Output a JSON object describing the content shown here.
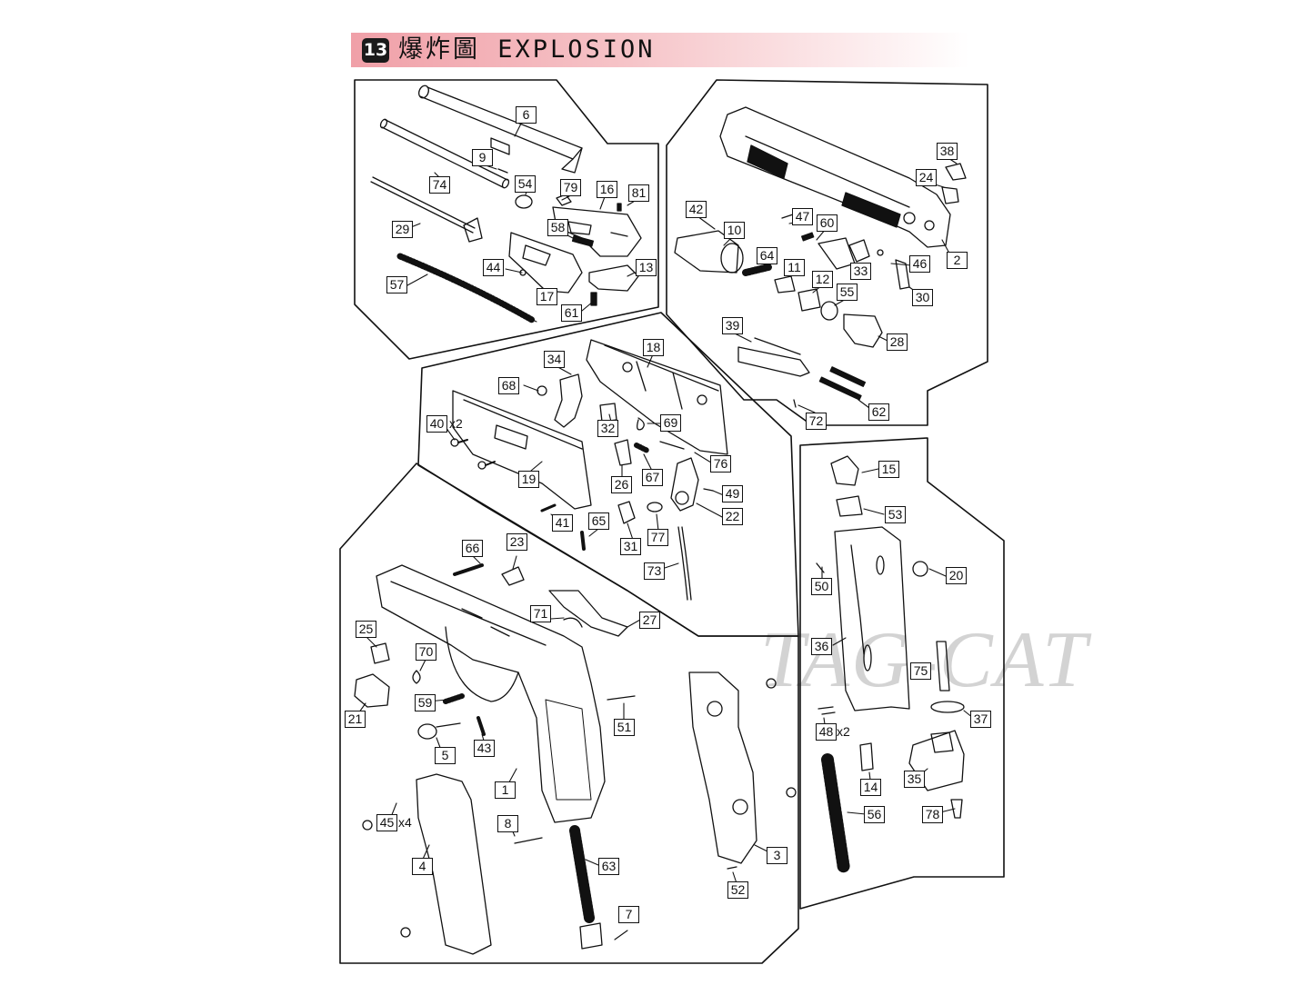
{
  "header": {
    "section_number": "13",
    "title": "爆炸圖 EXPLOSION"
  },
  "watermark": "TAG-CAT",
  "colors": {
    "header_gradient_start": "#f0a0a8",
    "line": "#111111",
    "watermark": "#c9c9c9"
  },
  "parts": [
    {
      "id": "6",
      "label": "6"
    },
    {
      "id": "9",
      "label": "9"
    },
    {
      "id": "74",
      "label": "74"
    },
    {
      "id": "54",
      "label": "54"
    },
    {
      "id": "79",
      "label": "79"
    },
    {
      "id": "16",
      "label": "16"
    },
    {
      "id": "81",
      "label": "81"
    },
    {
      "id": "29",
      "label": "29"
    },
    {
      "id": "58",
      "label": "58"
    },
    {
      "id": "44",
      "label": "44"
    },
    {
      "id": "13",
      "label": "13"
    },
    {
      "id": "57",
      "label": "57"
    },
    {
      "id": "17",
      "label": "17"
    },
    {
      "id": "61",
      "label": "61"
    },
    {
      "id": "38",
      "label": "38"
    },
    {
      "id": "24",
      "label": "24"
    },
    {
      "id": "42",
      "label": "42"
    },
    {
      "id": "10",
      "label": "10"
    },
    {
      "id": "47",
      "label": "47"
    },
    {
      "id": "60",
      "label": "60"
    },
    {
      "id": "64",
      "label": "64"
    },
    {
      "id": "11",
      "label": "11"
    },
    {
      "id": "33",
      "label": "33"
    },
    {
      "id": "46",
      "label": "46"
    },
    {
      "id": "2",
      "label": "2"
    },
    {
      "id": "12",
      "label": "12"
    },
    {
      "id": "30",
      "label": "30"
    },
    {
      "id": "55",
      "label": "55"
    },
    {
      "id": "39",
      "label": "39"
    },
    {
      "id": "28",
      "label": "28"
    },
    {
      "id": "72",
      "label": "72"
    },
    {
      "id": "62",
      "label": "62"
    },
    {
      "id": "34",
      "label": "34"
    },
    {
      "id": "18",
      "label": "18"
    },
    {
      "id": "68",
      "label": "68"
    },
    {
      "id": "32",
      "label": "32"
    },
    {
      "id": "69",
      "label": "69"
    },
    {
      "id": "40",
      "label": "40"
    },
    {
      "id": "19",
      "label": "19"
    },
    {
      "id": "26",
      "label": "26"
    },
    {
      "id": "67",
      "label": "67"
    },
    {
      "id": "76",
      "label": "76"
    },
    {
      "id": "49",
      "label": "49"
    },
    {
      "id": "22",
      "label": "22"
    },
    {
      "id": "41",
      "label": "41"
    },
    {
      "id": "65",
      "label": "65"
    },
    {
      "id": "31",
      "label": "31"
    },
    {
      "id": "77",
      "label": "77"
    },
    {
      "id": "73",
      "label": "73"
    },
    {
      "id": "66",
      "label": "66"
    },
    {
      "id": "23",
      "label": "23"
    },
    {
      "id": "71",
      "label": "71"
    },
    {
      "id": "27",
      "label": "27"
    },
    {
      "id": "25",
      "label": "25"
    },
    {
      "id": "70",
      "label": "70"
    },
    {
      "id": "21",
      "label": "21"
    },
    {
      "id": "59",
      "label": "59"
    },
    {
      "id": "51",
      "label": "51"
    },
    {
      "id": "5",
      "label": "5"
    },
    {
      "id": "43",
      "label": "43"
    },
    {
      "id": "1",
      "label": "1"
    },
    {
      "id": "45",
      "label": "45"
    },
    {
      "id": "8",
      "label": "8"
    },
    {
      "id": "63",
      "label": "63"
    },
    {
      "id": "4",
      "label": "4"
    },
    {
      "id": "3",
      "label": "3"
    },
    {
      "id": "52",
      "label": "52"
    },
    {
      "id": "7",
      "label": "7"
    },
    {
      "id": "15",
      "label": "15"
    },
    {
      "id": "53",
      "label": "53"
    },
    {
      "id": "20",
      "label": "20"
    },
    {
      "id": "50",
      "label": "50"
    },
    {
      "id": "36",
      "label": "36"
    },
    {
      "id": "75",
      "label": "75"
    },
    {
      "id": "37",
      "label": "37"
    },
    {
      "id": "48",
      "label": "48"
    },
    {
      "id": "35",
      "label": "35"
    },
    {
      "id": "14",
      "label": "14"
    },
    {
      "id": "78",
      "label": "78"
    },
    {
      "id": "56",
      "label": "56"
    }
  ],
  "multipliers": {
    "40": "x2",
    "48": "x2",
    "45": "x4"
  }
}
